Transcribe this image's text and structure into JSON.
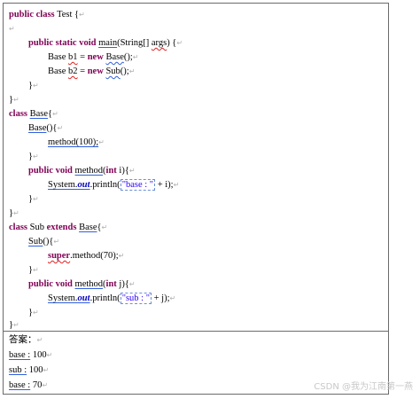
{
  "code": {
    "l1": {
      "kw1": "public",
      "kw2": "class",
      "rest": " Test {"
    },
    "l3": {
      "kw1": "public",
      "kw2": "static",
      "kw3": "void",
      "main": "main",
      "args_pre": "(String[] ",
      "args": "args",
      "rest": ") {"
    },
    "l4": {
      "type": "Base ",
      "var": "b1",
      "eq": " = ",
      "kw": "new",
      "ctor": "Base",
      "rest": "();"
    },
    "l5": {
      "type": "Base ",
      "var": "b2",
      "eq": " = ",
      "kw": "new",
      "ctor": "Sub",
      "rest": "();"
    },
    "l6": "}",
    "l8": "}",
    "l9": {
      "kw": "class",
      "name": "Base",
      "rest": "{"
    },
    "l10": {
      "name": "Base",
      "rest": "(){"
    },
    "l11": "method(100);",
    "l12": "}",
    "l13": {
      "kw1": "public",
      "kw2": "void",
      "name": "method",
      "kw3": "int",
      "rest": " i){"
    },
    "l14": {
      "sys": "System.",
      "out": "out",
      "println": ".println(",
      "str": "\"base : \"",
      "rest": " + i);"
    },
    "l15": "}",
    "l16": "}",
    "l17": {
      "kw1": "class",
      "name": "Sub",
      "kw2": "extends",
      "parent": "Base",
      "rest": "{"
    },
    "l18": {
      "name": "Sub",
      "rest": "(){"
    },
    "l19": {
      "kw": "super",
      "rest": ".method(70);"
    },
    "l20": "}",
    "l21": {
      "kw1": "public",
      "kw2": "void",
      "name": "method",
      "kw3": "int",
      "rest": " j){"
    },
    "l22": {
      "sys": "System.",
      "out": "out",
      "println": ".println(",
      "str": "\"sub : \"",
      "rest": " + j);"
    },
    "l23": "}",
    "l24": "}"
  },
  "answer": {
    "label": "答案：",
    "lines": [
      {
        "key": "base :",
        "val": " 100"
      },
      {
        "key": "sub :",
        "val": " 100"
      },
      {
        "key": "base :",
        "val": " 70"
      }
    ]
  },
  "marks": {
    "para": "↵"
  },
  "watermark": "CSDN @我为江南第一燕"
}
